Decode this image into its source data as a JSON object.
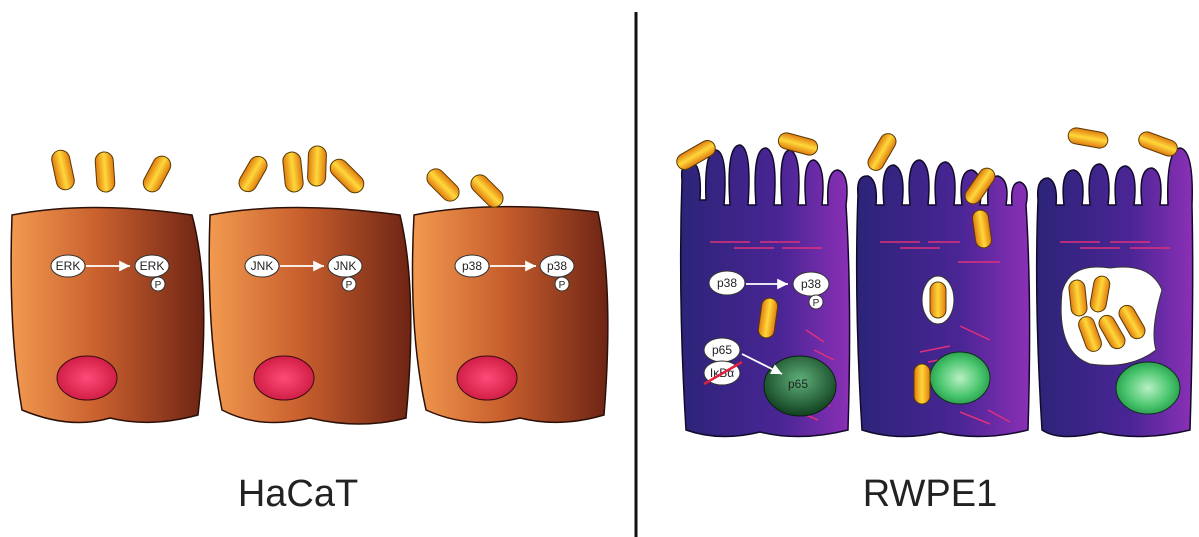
{
  "panels": {
    "left": {
      "label": "HaCaT",
      "cells": [
        {
          "from": "ERK",
          "to": "ERK",
          "phospho": "P"
        },
        {
          "from": "JNK",
          "to": "JNK",
          "phospho": "P"
        },
        {
          "from": "p38",
          "to": "p38",
          "phospho": "P"
        }
      ]
    },
    "right": {
      "label": "RWPE1",
      "cell1": {
        "from": "p38",
        "to": "p38",
        "phospho": "P",
        "nfkb_from": "p65",
        "inhibitor": "IκBα",
        "nfkb_to": "p65"
      }
    }
  },
  "colors": {
    "hacat_light": "#f0924a",
    "hacat_dark": "#7a2a18",
    "rwpe_dark": "#35217a",
    "rwpe_light": "#8a2fb0",
    "nucleus_red": "#e0204a",
    "nucleus_green": "#3cc26a",
    "bacterium": "#f0b020",
    "cytoskeleton": "#e0307a"
  }
}
